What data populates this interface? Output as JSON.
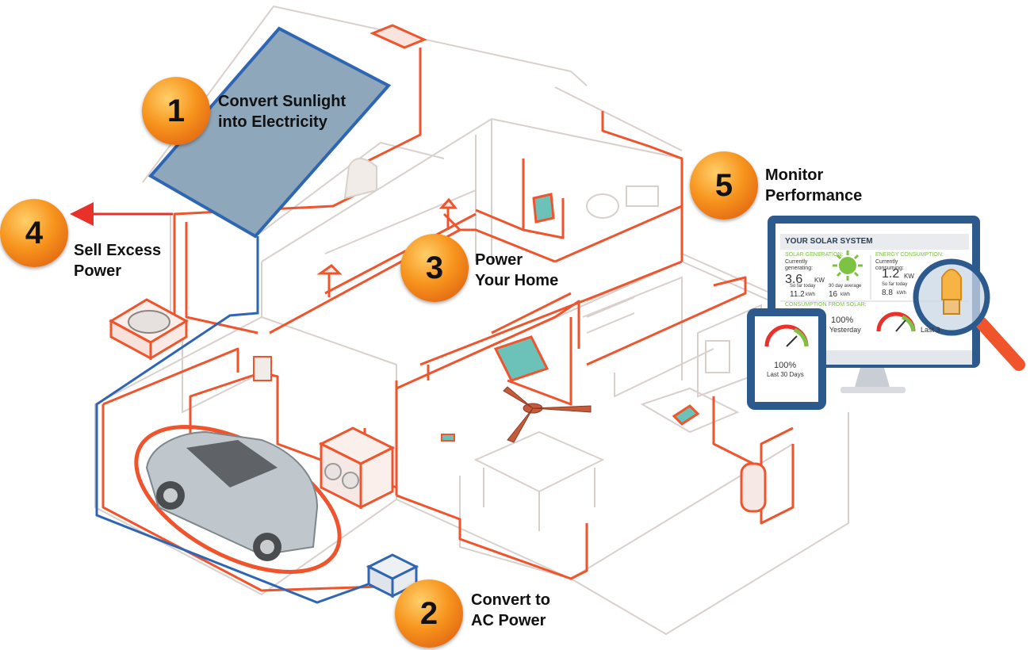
{
  "steps": [
    {
      "number": "1",
      "line1": "Convert Sunlight",
      "line2": "into Electricity"
    },
    {
      "number": "2",
      "line1": "Convert to",
      "line2": "AC Power"
    },
    {
      "number": "3",
      "line1": "Power",
      "line2": "Your Home"
    },
    {
      "number": "4",
      "line1": "Sell Excess",
      "line2": "Power"
    },
    {
      "number": "5",
      "line1": "Monitor",
      "line2": "Performance"
    }
  ],
  "monitor": {
    "title": "YOUR SOLAR SYSTEM",
    "generation": {
      "heading": "SOLAR GENERATION:",
      "current_label": "Currently generating:",
      "current_value": "3.6",
      "current_unit": "KW",
      "today_label": "So far today",
      "today_value": "11.2",
      "today_unit": "kWh",
      "avg_label": "30 day average",
      "avg_value": "16",
      "avg_unit": "kWh"
    },
    "consumption": {
      "heading": "ENERGY CONSUMPTION:",
      "current_label": "Currently consuming:",
      "current_value": "1.2",
      "current_unit": "KW",
      "today_label": "So far today",
      "today_value": "8.8",
      "today_unit": "kWh"
    },
    "from_solar": {
      "heading": "CONSUMPTION FROM SOLAR:",
      "yesterday_value": "100%",
      "yesterday_label": "Yesterday",
      "last_label": "Last 3"
    }
  },
  "tablet": {
    "value": "100%",
    "label": "Last 30 Days"
  },
  "colors": {
    "wire": "#f0542c",
    "dc_wire": "#2f66b3",
    "panel_fill": "#8fa7ba",
    "step_orange": "#f7941d",
    "house_line": "#d9d0cc",
    "arrow_red": "#e8312a"
  }
}
